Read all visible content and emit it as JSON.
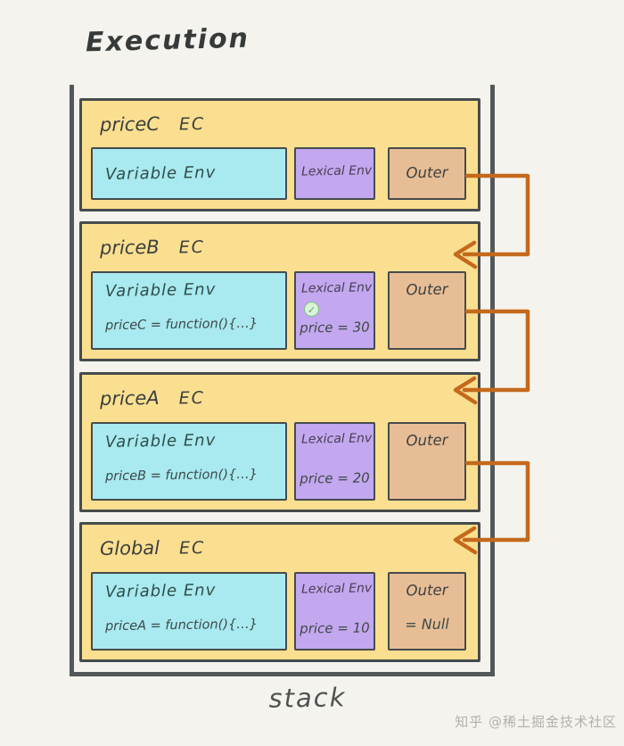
{
  "title": "Execution",
  "stack_label": "stack",
  "watermark": "知乎 @稀土掘金技术社区",
  "icons": {
    "check": "✓"
  },
  "colors": {
    "background": "#f4f3ee",
    "ec_fill": "#fbdf90",
    "variable_fill": "#a9e9f0",
    "lexical_fill": "#c3a7ef",
    "outer_fill": "#e7bd96",
    "arrow": "#c4691c",
    "border_dark": "#464b4c",
    "stack_border": "#54585a",
    "ink": "#3a423f",
    "check_green": "#7cc47f"
  },
  "frames": [
    {
      "id": "priceC",
      "title": "priceC",
      "title_suffix": "EC",
      "variable_env": {
        "label": "Variable Env",
        "value": ""
      },
      "lexical_env": {
        "label": "Lexical Env",
        "value": "",
        "checked": false
      },
      "outer": {
        "label": "Outer",
        "value": ""
      }
    },
    {
      "id": "priceB",
      "title": "priceB",
      "title_suffix": "EC",
      "variable_env": {
        "label": "Variable Env",
        "value": "priceC = function(){…}"
      },
      "lexical_env": {
        "label": "Lexical Env",
        "value": "price = 30",
        "checked": true
      },
      "outer": {
        "label": "Outer",
        "value": ""
      }
    },
    {
      "id": "priceA",
      "title": "priceA",
      "title_suffix": "EC",
      "variable_env": {
        "label": "Variable Env",
        "value": "priceB = function(){…}"
      },
      "lexical_env": {
        "label": "Lexical Env",
        "value": "price = 20",
        "checked": false
      },
      "outer": {
        "label": "Outer",
        "value": ""
      }
    },
    {
      "id": "global",
      "title": "Global",
      "title_suffix": "EC",
      "variable_env": {
        "label": "Variable Env",
        "value": "priceA = function(){…}"
      },
      "lexical_env": {
        "label": "Lexical Env",
        "value": "price = 10",
        "checked": false
      },
      "outer": {
        "label": "Outer",
        "value": "= Null"
      }
    }
  ]
}
